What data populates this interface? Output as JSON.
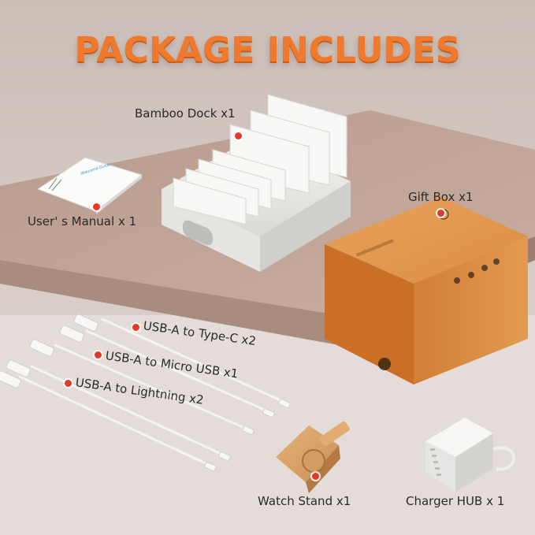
{
  "title": "PACKAGE INCLUDES",
  "labels": {
    "dock": "Bamboo Dock x1",
    "manual": "User' s Manual x 1",
    "giftbox": "Gift Box x1",
    "cable_c": "USB-A to Type-C x2",
    "cable_micro": "USB-A to Micro USB x1",
    "cable_lightning": "USB-A to Lightning x2",
    "watch": "Watch Stand x1",
    "hub": "Charger HUB x 1"
  },
  "manual_text": "Welcome Guide",
  "colors": {
    "title": "#ef7a2e",
    "dot": "#e23a2a",
    "box": "#d8843a",
    "table": "#b49a8c"
  }
}
